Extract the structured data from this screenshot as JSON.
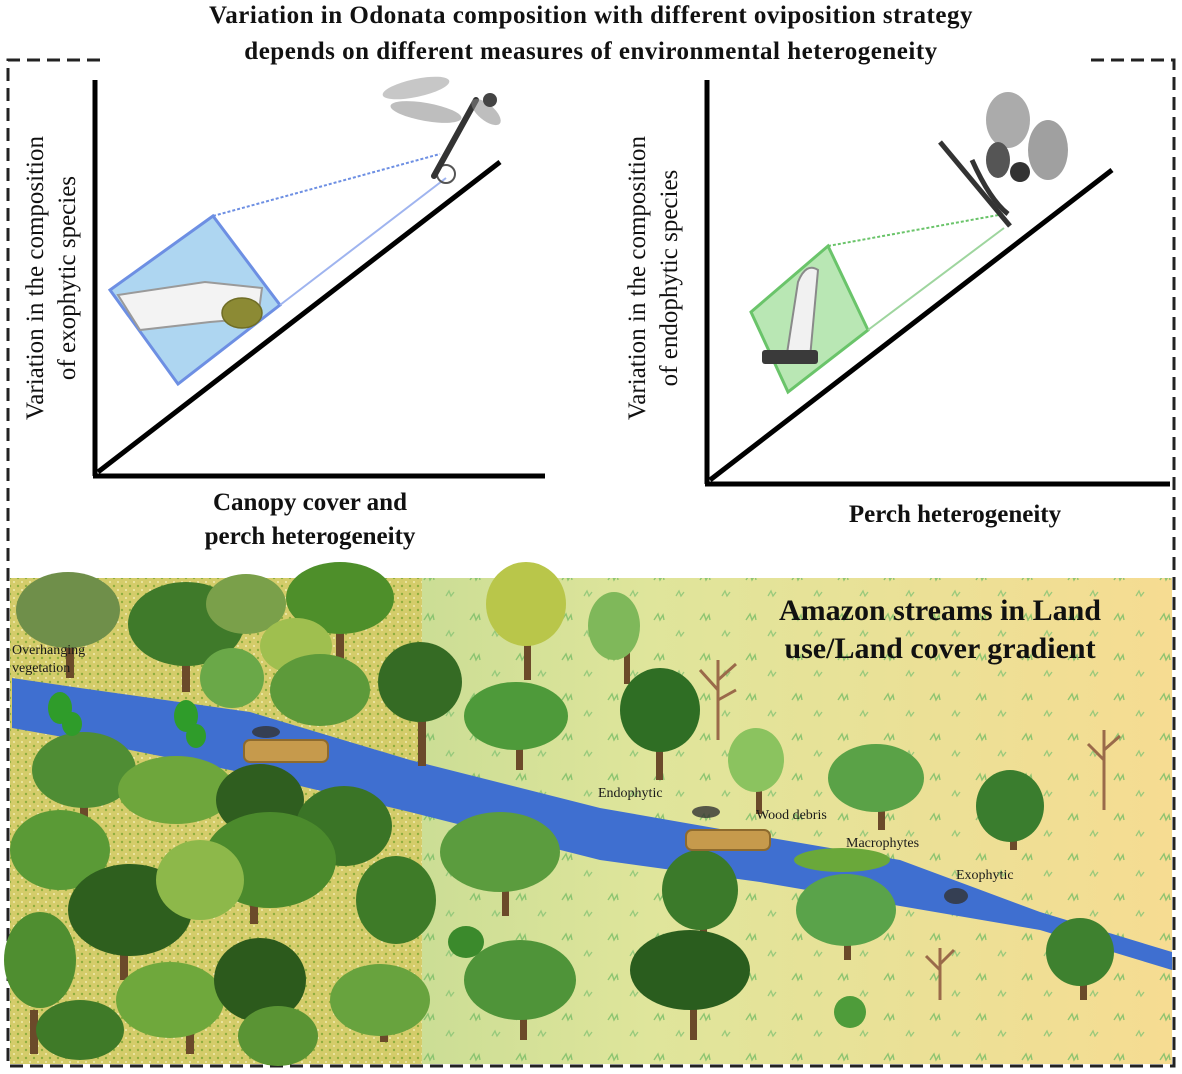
{
  "title": {
    "line1": "Variation in Odonata composition with different oviposition strategy",
    "line2": "depends on different measures of environmental heterogeneity"
  },
  "left_plot": {
    "ylabel_line1": "Variation in the composition",
    "ylabel_line2": "of  exophytic  species",
    "xlabel_line1": "Canopy cover and",
    "xlabel_line2": "perch heterogeneity",
    "inset_color": "#aed6f1"
  },
  "right_plot": {
    "ylabel_line1": "Variation in the composition",
    "ylabel_line2": "of endophytic  species",
    "xlabel": "Perch heterogeneity",
    "inset_color": "#b9e7b4"
  },
  "scene": {
    "title_line1": "Amazon streams in Land",
    "title_line2": "use/Land cover gradient",
    "labels": {
      "overhanging_line1": "Overhanging",
      "overhanging_line2": "vegetation",
      "endophytic": "Endophytic",
      "wood_debris": "Wood debris",
      "macrophytes": "Macrophytes",
      "exophytic": "Exophytic"
    },
    "colors": {
      "stream": "#3f6fd0",
      "forest_ground": "#d4cc6a",
      "field_ground_left": "#a8d08a",
      "field_ground_right": "#f6dc92"
    }
  }
}
